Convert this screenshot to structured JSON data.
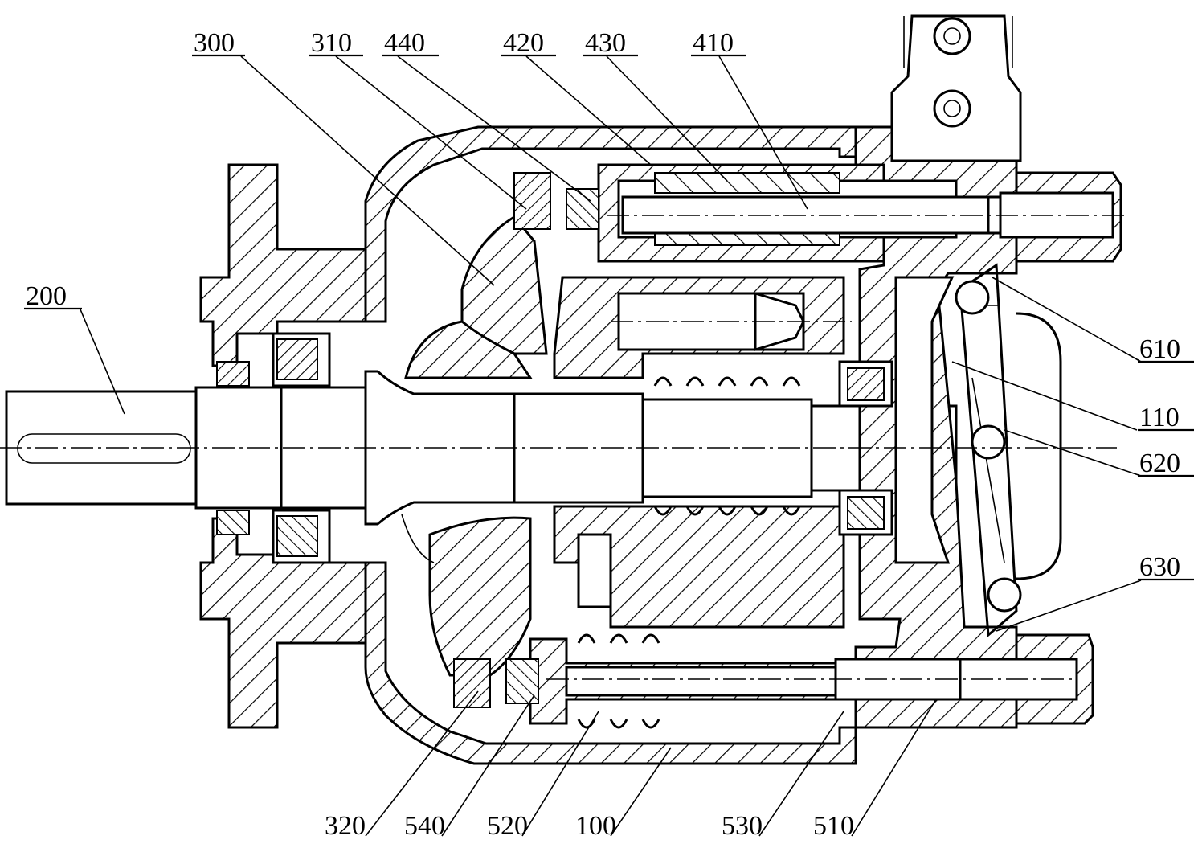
{
  "labels": {
    "l200": "200",
    "l300": "300",
    "l310": "310",
    "l440": "440",
    "l420": "420",
    "l430": "430",
    "l410": "410",
    "l610": "610",
    "l110": "110",
    "l620": "620",
    "l630": "630",
    "l320": "320",
    "l540": "540",
    "l520": "520",
    "l100": "100",
    "l530": "530",
    "l510": "510"
  }
}
